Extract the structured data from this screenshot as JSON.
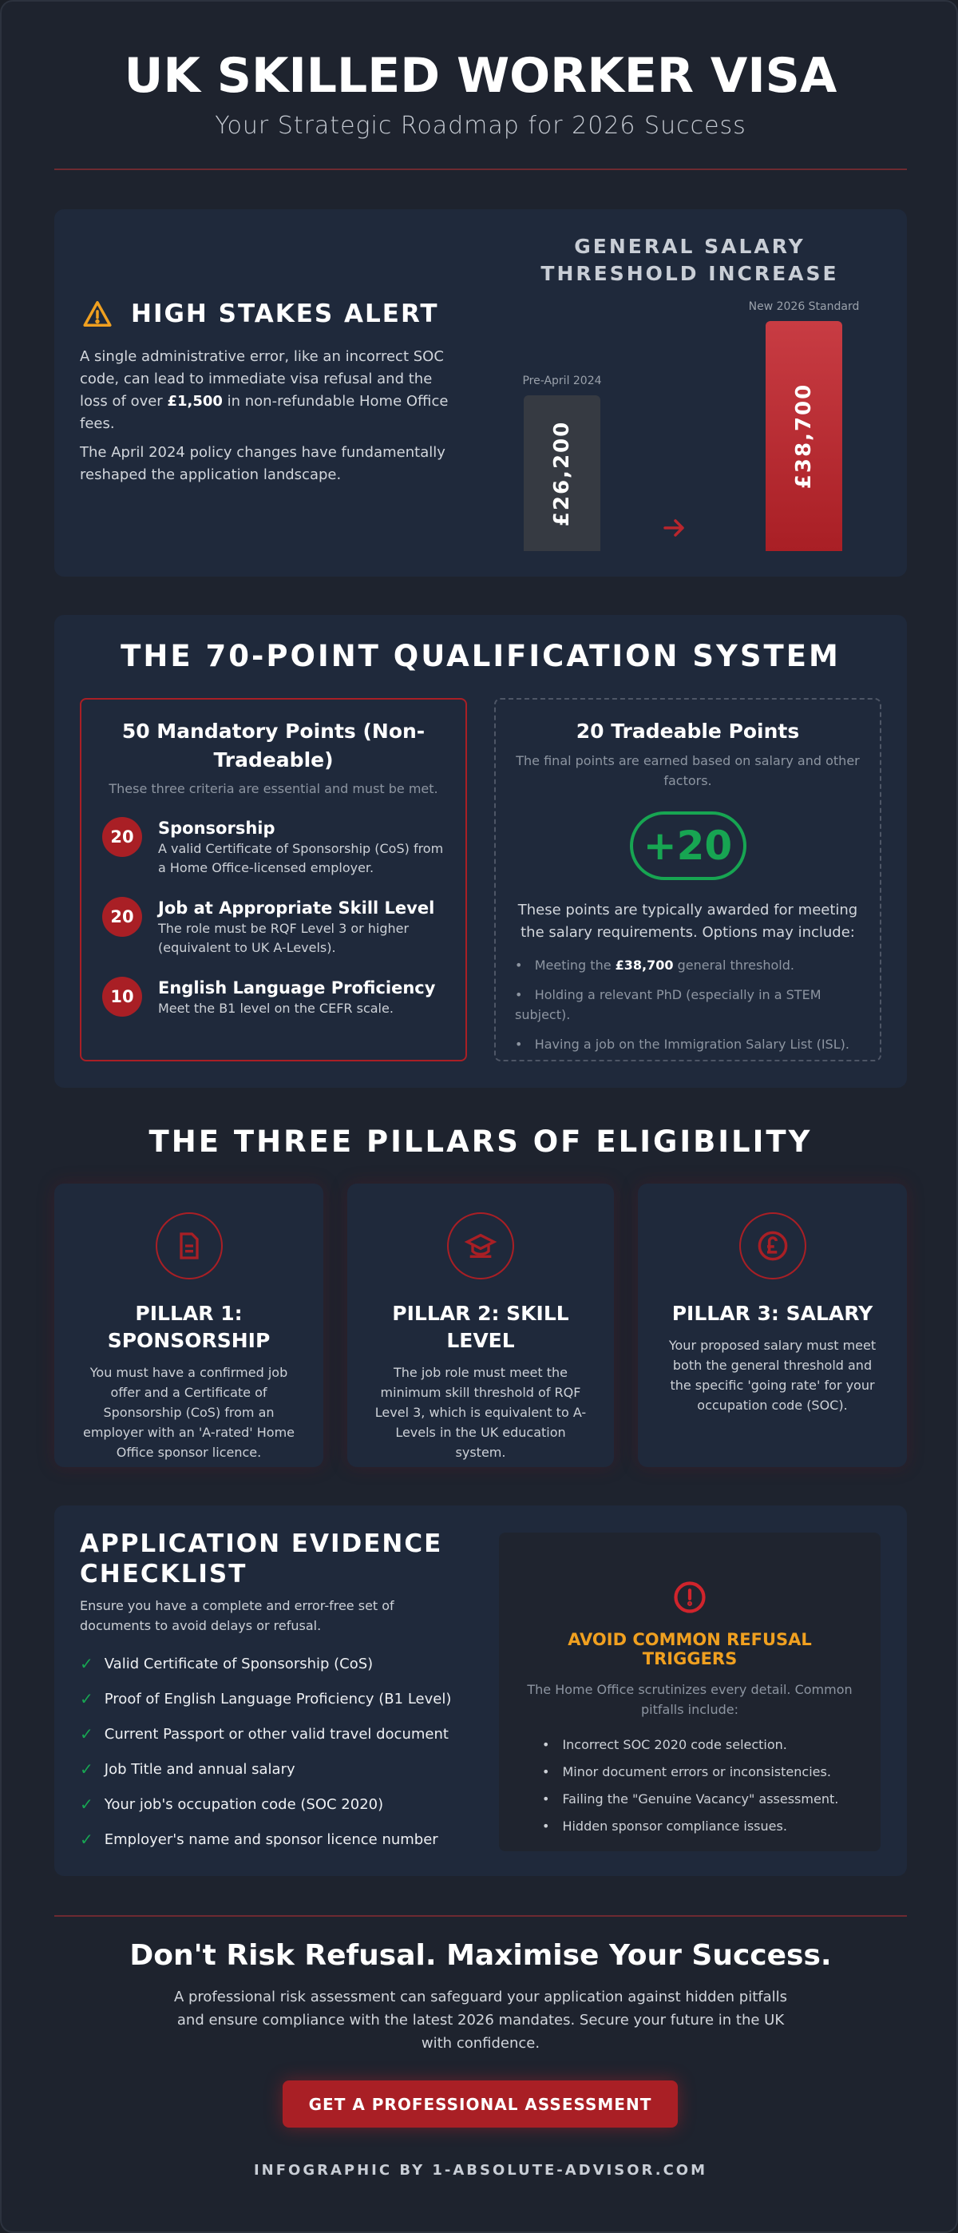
{
  "header": {
    "title": "UK SKILLED WORKER VISA",
    "subtitle": "Your Strategic Roadmap for 2026 Success"
  },
  "alert": {
    "icon": "warning-triangle-icon",
    "title": "HIGH STAKES ALERT",
    "p1_before": "A single administrative error, like an incorrect SOC code, can lead to immediate visa refusal and the loss of over ",
    "p1_bold": "£1,500",
    "p1_after": " in non-refundable Home Office fees.",
    "p2": "The April 2024 policy changes have fundamentally reshaped the application landscape."
  },
  "chart_data": {
    "type": "bar",
    "title": "GENERAL SALARY THRESHOLD INCREASE",
    "categories": [
      "Pre-April 2024",
      "New 2026 Standard"
    ],
    "values": [
      26200,
      38700
    ],
    "value_labels": [
      "£26,200",
      "£38,700"
    ],
    "colors": [
      "#363a42",
      "#b9262d"
    ],
    "ylim": [
      0,
      38700
    ]
  },
  "points": {
    "title": "THE 70-POINT QUALIFICATION SYSTEM",
    "mandatory": {
      "title": "50 Mandatory Points (Non-Tradeable)",
      "subtitle": "These three criteria are essential and must be met.",
      "items": [
        {
          "points": "20",
          "name": "Sponsorship",
          "desc": "A valid Certificate of Sponsorship (CoS) from a Home Office-licensed employer."
        },
        {
          "points": "20",
          "name": "Job at Appropriate Skill Level",
          "desc": "The role must be RQF Level 3 or higher (equivalent to UK A-Levels)."
        },
        {
          "points": "10",
          "name": "English Language Proficiency",
          "desc": "Meet the B1 level on the CEFR scale."
        }
      ]
    },
    "tradeable": {
      "title": "20 Tradeable Points",
      "subtitle": "The final points are earned based on salary and other factors.",
      "badge": "+20",
      "intro": "These points are typically awarded for meeting the salary requirements. Options may include:",
      "b1_before": "Meeting the ",
      "b1_bold": "£38,700",
      "b1_after": " general threshold.",
      "b2": "Holding a relevant PhD (especially in a STEM subject).",
      "b3": "Having a job on the Immigration Salary List (ISL)."
    }
  },
  "pillars": {
    "title": "THE THREE PILLARS OF ELIGIBILITY",
    "items": [
      {
        "icon": "document-icon",
        "title": "PILLAR 1: SPONSORSHIP",
        "desc": "You must have a confirmed job offer and a Certificate of Sponsorship (CoS) from an employer with an 'A-rated' Home Office sponsor licence."
      },
      {
        "icon": "graduation-cap-icon",
        "title": "PILLAR 2: SKILL LEVEL",
        "desc": "The job role must meet the minimum skill threshold of RQF Level 3, which is equivalent to A-Levels in the UK education system."
      },
      {
        "icon": "pound-coin-icon",
        "title": "PILLAR 3: SALARY",
        "desc": "Your proposed salary must meet both the general threshold and the specific 'going rate' for your occupation code (SOC)."
      }
    ]
  },
  "checklist": {
    "title": "APPLICATION EVIDENCE CHECKLIST",
    "subtitle": "Ensure you have a complete and error-free set of documents to avoid delays or refusal.",
    "items": [
      "Valid Certificate of Sponsorship (CoS)",
      "Proof of English Language Proficiency (B1 Level)",
      "Current Passport or other valid travel document",
      "Job Title and annual salary",
      "Your job's occupation code (SOC 2020)",
      "Employer's name and sponsor licence number"
    ]
  },
  "triggers": {
    "title": "AVOID COMMON REFUSAL TRIGGERS",
    "intro": "The Home Office scrutinizes every detail. Common pitfalls include:",
    "items": [
      "Incorrect SOC 2020 code selection.",
      "Minor document errors or inconsistencies.",
      "Failing the \"Genuine Vacancy\" assessment.",
      "Hidden sponsor compliance issues."
    ]
  },
  "cta": {
    "title": "Don't Risk Refusal. Maximise Your Success.",
    "text": "A professional risk assessment can safeguard your application against hidden pitfalls and ensure compliance with the latest 2026 mandates. Secure your future in the UK with confidence.",
    "button": "GET A PROFESSIONAL ASSESSMENT"
  },
  "footer": "INFOGRAPHIC BY 1-ABSOLUTE-ADVISOR.COM",
  "colors": {
    "accent": "#a91f25",
    "success": "#17a552",
    "warning": "#f0a020"
  }
}
